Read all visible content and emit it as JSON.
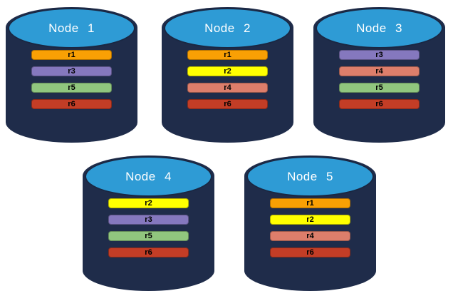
{
  "diagram": {
    "colors": {
      "cylinder_body": "#1F2C4A",
      "cylinder_top_fill": "#2E9BD5",
      "cylinder_top_border": "#1A2742",
      "node_label_text": "#FFFFFF",
      "bar_label_text": "#000000"
    },
    "replica_colors": {
      "r1": "#F9A004",
      "r2": "#FFFF00",
      "r3": "#8578BE",
      "r4": "#DD7E6B",
      "r5": "#90C67E",
      "r6": "#C33D26"
    },
    "nodes": [
      {
        "label": "Node 1",
        "replicas": [
          "r1",
          "r3",
          "r5",
          "r6"
        ]
      },
      {
        "label": "Node 2",
        "replicas": [
          "r1",
          "r2",
          "r4",
          "r6"
        ]
      },
      {
        "label": "Node 3",
        "replicas": [
          "r3",
          "r4",
          "r5",
          "r6"
        ]
      },
      {
        "label": "Node 4",
        "replicas": [
          "r2",
          "r3",
          "r5",
          "r6"
        ]
      },
      {
        "label": "Node 5",
        "replicas": [
          "r1",
          "r2",
          "r4",
          "r6"
        ]
      }
    ]
  }
}
